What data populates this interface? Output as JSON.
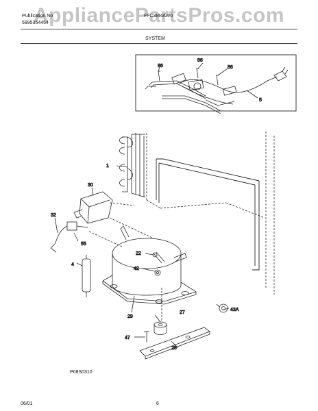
{
  "header": {
    "pub_label": "Publication No",
    "pub_number": "5995354454",
    "model": "FFC3M4AW0",
    "section_title": "SYSTEM"
  },
  "watermark": "AppliancePartsPros.com",
  "callouts": {
    "p86a": "86",
    "p86b": "86",
    "p86c": "86",
    "p5": "5",
    "p1": "1",
    "p30": "30",
    "p32": "32",
    "p55": "55",
    "p22": "22",
    "p42": "42",
    "p4": "4",
    "p29": "29",
    "p27": "27",
    "p43a": "43A",
    "p47": "47",
    "p28": "28"
  },
  "footer": {
    "drawing_code": "P08S0310",
    "date": "06/01",
    "page": "6"
  }
}
